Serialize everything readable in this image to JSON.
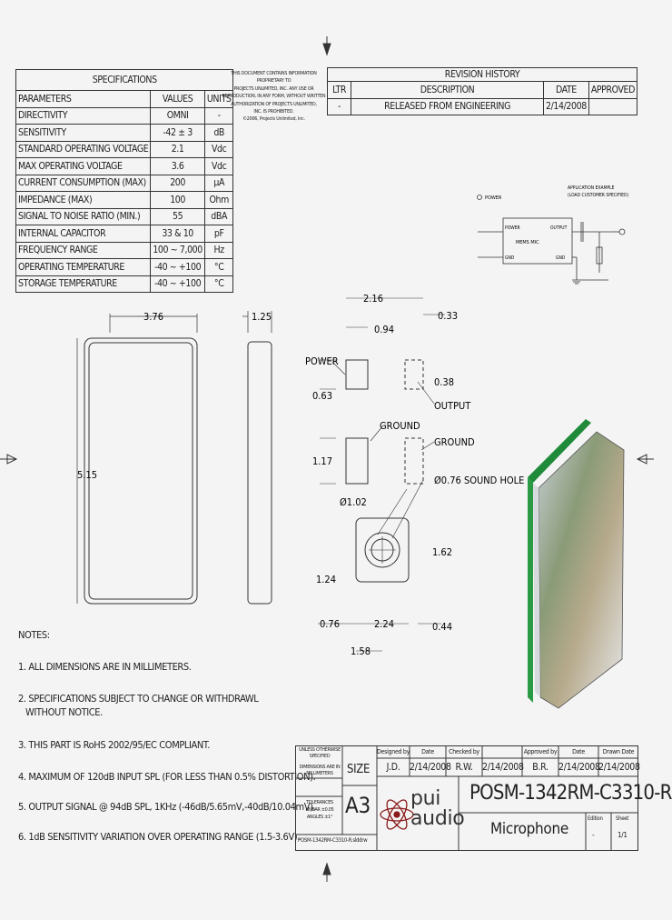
{
  "specifications": {
    "title": "SPECIFICATIONS",
    "headers": [
      "PARAMETERS",
      "VALUES",
      "UNITS"
    ],
    "rows": [
      [
        "DIRECTIVITY",
        "OMNI",
        "-"
      ],
      [
        "SENSITIVITY",
        "-42 ± 3",
        "dB"
      ],
      [
        "STANDARD OPERATING VOLTAGE",
        "2.1",
        "Vdc"
      ],
      [
        "MAX OPERATING VOLTAGE",
        "3.6",
        "Vdc"
      ],
      [
        "CURRENT CONSUMPTION (MAX)",
        "200",
        "µA"
      ],
      [
        "IMPEDANCE (MAX)",
        "100",
        "Ohm"
      ],
      [
        "SIGNAL TO NOISE RATIO (MIN.)",
        "55",
        "dBA"
      ],
      [
        "INTERNAL CAPACITOR",
        "33 & 10",
        "pF"
      ],
      [
        "FREQUENCY RANGE",
        "100 ~ 7,000",
        "Hz"
      ],
      [
        "OPERATING TEMPERATURE",
        "-40 ~ +100",
        "°C"
      ],
      [
        "STORAGE TEMPERATURE",
        "-40 ~ +100",
        "°C"
      ]
    ]
  },
  "proprietary_notice": [
    "THIS DOCUMENT CONTAINS INFORMATION PROPRIETARY TO",
    "PROJECTS UNLIMITED, INC. ANY USE OR",
    "REPRODUCTION, IN ANY FORM, WITHOUT WRITTEN",
    "AUTHORIZATION OF PROJECTS UNLIMITED,",
    "INC. IS PROHIBITED.",
    "©2006, Projects Unlimited, Inc."
  ],
  "revision_history": {
    "title": "REVISION HISTORY",
    "headers": [
      "LTR",
      "DESCRIPTION",
      "DATE",
      "APPROVED"
    ],
    "rows": [
      [
        "-",
        "RELEASED FROM ENGINEERING",
        "2/14/2008",
        ""
      ]
    ]
  },
  "schematic": {
    "power": "POWER",
    "application": "APPLICATION EXAMPLE",
    "application2": "(LOAD CUSTOMER SPECIFIED)",
    "box_power": "POWER",
    "box_output": "OUTPUT",
    "box_mems": "MEMS MIC",
    "box_gnd": "GND",
    "box_gnd2": "GND"
  },
  "dimensions": {
    "body_w": "3.76",
    "body_h": "5.15",
    "side_w": "1.25",
    "pad_span": "2.16",
    "pad_w": "0.94",
    "pad_gap": "0.33",
    "pad_h": "0.63",
    "out_h": "0.38",
    "gnd_h": "1.17",
    "ring_d": "Ø1.02",
    "hole_d": "Ø0.76 SOUND HOLE",
    "ring_y": "1.62",
    "ring_low": "1.24",
    "bot_left": "0.76",
    "bot_mid": "2.24",
    "bot_right": "0.44",
    "bot_off": "1.58",
    "lbl_power": "POWER",
    "lbl_output": "OUTPUT",
    "lbl_ground1": "GROUND",
    "lbl_ground2": "GROUND"
  },
  "notes": {
    "title": "NOTES:",
    "items": [
      "1. ALL DIMENSIONS ARE IN MILLIMETERS.",
      "2. SPECIFICATIONS SUBJECT TO CHANGE OR WITHDRAWL",
      "    WITHOUT NOTICE.",
      "3. THIS PART IS RoHS 2002/95/EC COMPLIANT.",
      "4. MAXIMUM OF 120dB INPUT SPL (FOR LESS THAN 0.5% DISTORTION).",
      "5. OUTPUT SIGNAL @ 94dB SPL, 1KHz (-46dB/5.65mV,-40dB/10.04mV).",
      "6. 1dB SENSITIVITY VARIATION OVER OPERATING RANGE (1.5-3.6V)."
    ]
  },
  "title_block": {
    "unless": [
      "UNLESS OTHERWISE",
      "SPECIFIED"
    ],
    "dims_in": [
      "DIMENSIONS ARE IN",
      "MILLIMETERS"
    ],
    "tol": [
      "TOLERANCES",
      "LINEAR ±0.05",
      "ANGLES ±1°"
    ],
    "file": "POSM-1342RM-C3310-R.slddrw",
    "size_label": "SIZE",
    "size": "A3",
    "designed_by_label": "Designed by",
    "date_label": "Date",
    "checked_by_label": "Checked by",
    "approved_by_label": "Approved by",
    "date2_label": "Date",
    "drawn_date_label": "Drawn Date",
    "designed_by": "J.D.",
    "designed_date": "2/14/2008",
    "checked_by": "R.W.",
    "checked_date": "2/14/2008",
    "approved_by": "B.R.",
    "approved_date": "2/14/2008",
    "drawn_date": "2/14/2008",
    "part_number": "POSM-1342RM-C3310-R",
    "description": "Microphone",
    "edition_label": "Edition",
    "sheet_label": "Sheet",
    "edition": "-",
    "sheet": "1/1",
    "logo_line1": "pui",
    "logo_line2": "audio"
  }
}
